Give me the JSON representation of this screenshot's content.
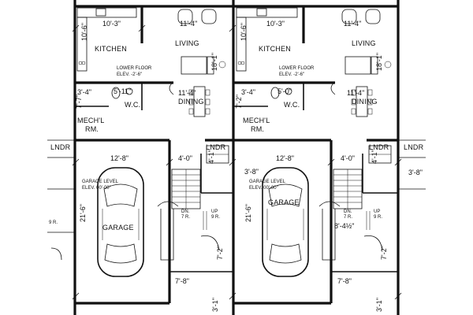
{
  "units": [
    {
      "rooms": {
        "kitchen": "KITCHEN",
        "living": "LIVING",
        "wc": "W.C.",
        "dining": "DINING",
        "mech_l1": "MECH'L",
        "mech_l2": "RM.",
        "garage": "GARAGE",
        "lndr": "LNDR",
        "lndr_left": "LNDR"
      },
      "dims": {
        "kitchen_w": "10'-3\"",
        "living_w": "11'-4\"",
        "kitchen_h": "10'-6\"",
        "living_h": "18'-1\"",
        "wc_left": "3'-4\"",
        "wc_w": "5'-11\"",
        "dining_w": "11'-4\"",
        "mech_h": "7'-7\"",
        "garage_w": "12'-8\"",
        "garage_h": "21'-6\"",
        "lndr_w": "4'-0\"",
        "lndr_h": "4'-1\"",
        "stair_w": "7'-2\"",
        "bottom_w": "7'-8\"",
        "bottom_h": "3'-1\"",
        "half_left": "9 R."
      },
      "notes": {
        "lower_floor_1": "LOWER FLOOR",
        "lower_floor_2": "ELEV. -2'-6\"",
        "garage_level_1": "GARAGE LEVEL",
        "garage_level_2": "ELEV. 00'-00\"",
        "dn_1": "DN.",
        "dn_2": "7 R.",
        "up_1": "UP",
        "up_2": "9 R."
      }
    },
    {
      "rooms": {
        "kitchen": "KITCHEN",
        "living": "LIVING",
        "wc": "W.C.",
        "dining": "DINING",
        "mech_l1": "MECH'L",
        "mech_l2": "RM.",
        "garage": "GARAGE",
        "lndr": "LNDR",
        "lndr_left": "LNDR"
      },
      "dims": {
        "kitchen_w": "10'-3\"",
        "living_w": "11'-4\"",
        "kitchen_h": "10'-6\"",
        "living_h": "18'-1\"",
        "wc_left": "3'-4\"",
        "wc_w": "5'-0\"",
        "dining_w": "11'-4\"",
        "mech_h": "7'-2\"",
        "garage_w": "12'-8\"",
        "garage_h": "21'-6\"",
        "lndr_w": "4'-0\"",
        "lndr_h": "4'-1\"",
        "stair_w": "7'-2\"",
        "bottom_w": "7'-8\"",
        "bottom_h": "3'-1\"",
        "extra_w": "3'-8\"",
        "right_w": "3'-8\"",
        "half": "8'-4½\""
      },
      "notes": {
        "lower_floor_1": "LOWER FLOOR",
        "lower_floor_2": "ELEV. -2'-6\"",
        "garage_level_1": "GARAGE LEVEL",
        "garage_level_2": "ELEV. 00'-00\"",
        "dn_1": "DN.",
        "dn_2": "7 R.",
        "up_1": "UP",
        "up_2": "9 R."
      }
    }
  ]
}
